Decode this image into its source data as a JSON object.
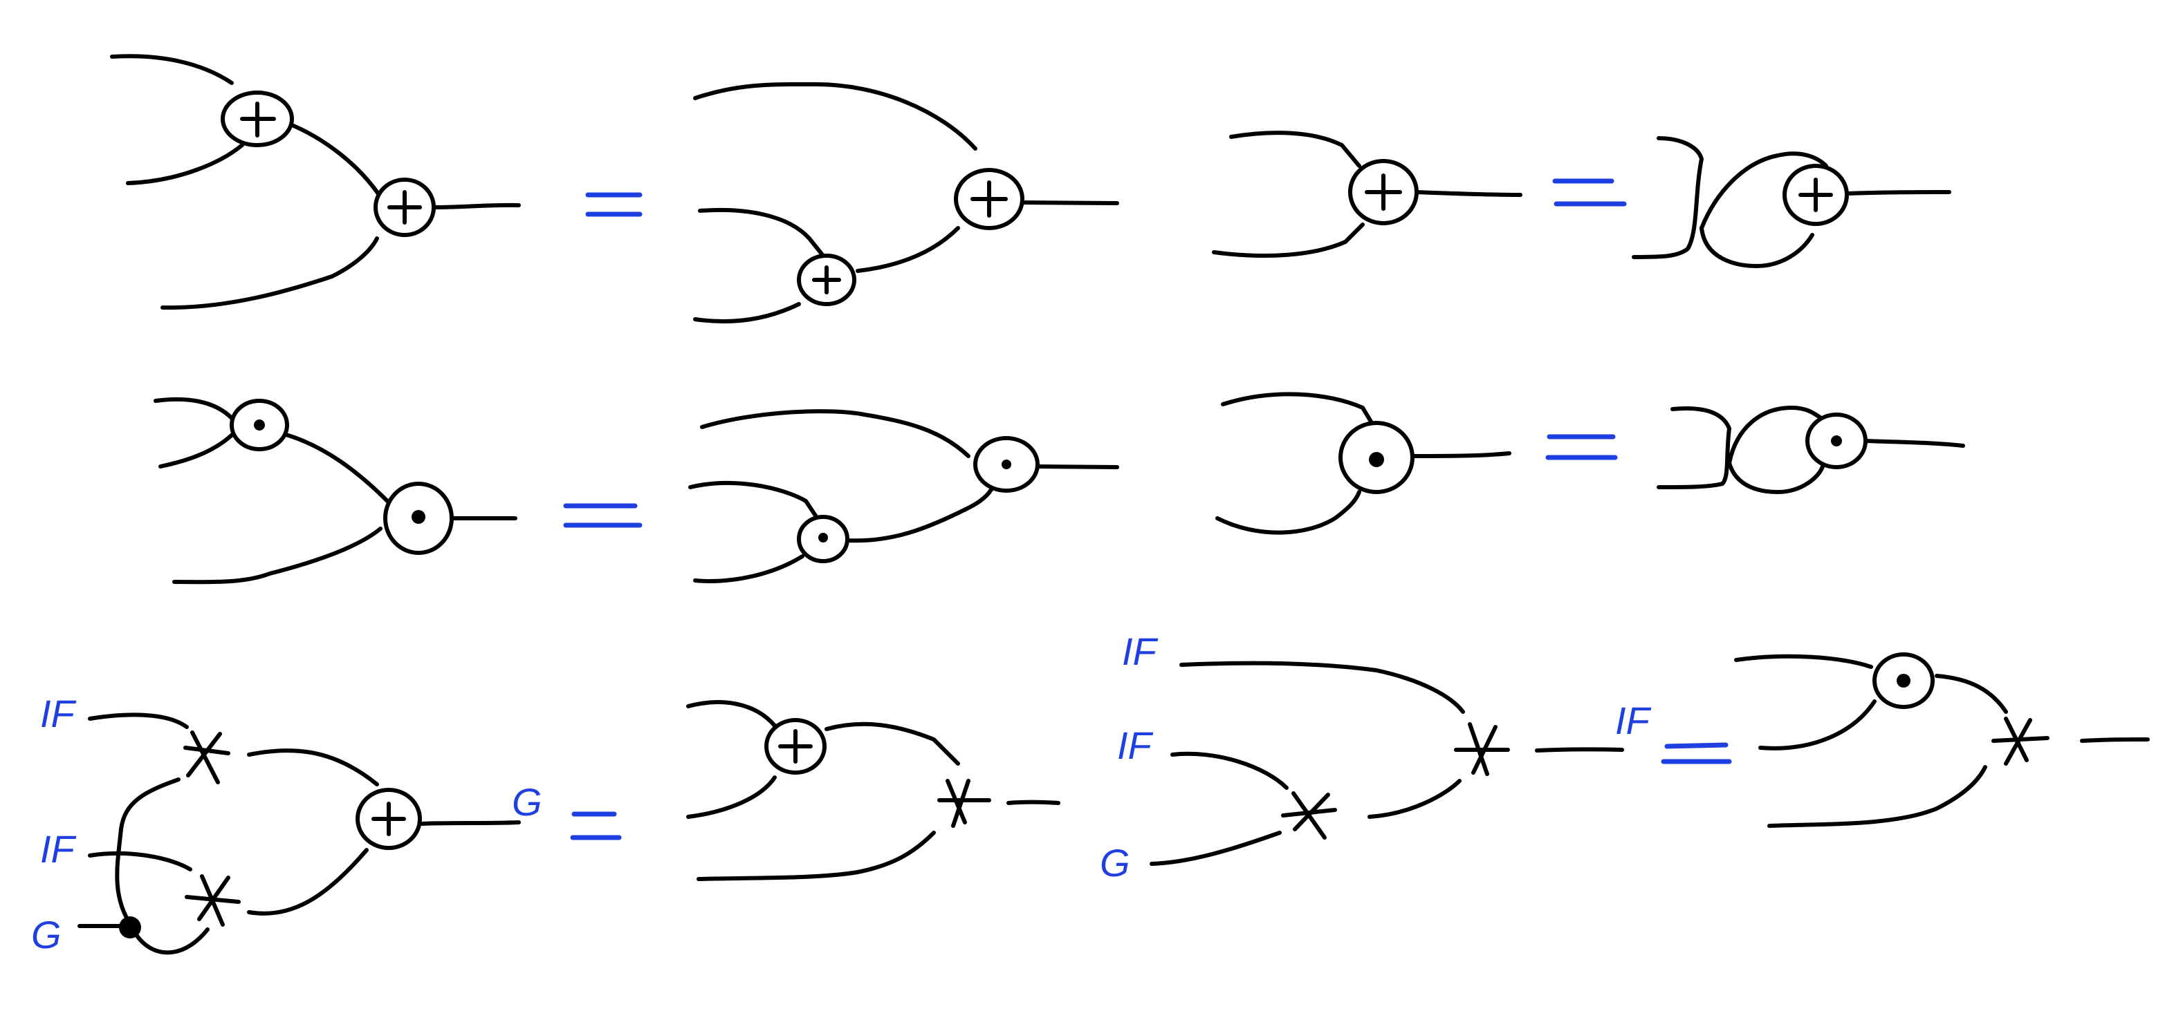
{
  "colors": {
    "ink": "#000000",
    "annotation": "#1f3fe0",
    "background": "#ffffff"
  },
  "symbols": {
    "add": "circle-plus",
    "multiply": "circle-dot",
    "product": "asterisk-node",
    "copy": "black-dot"
  },
  "labels": {
    "r3_lhs_in1": "IF",
    "r3_lhs_in2": "IF",
    "r3_lhs_in3": "G",
    "r3_lhs_out": "G",
    "r3_mid_in1": "IF",
    "r3_mid_in2": "IF",
    "r3_mid_in3": "G",
    "r3_mid_out": "IF"
  }
}
